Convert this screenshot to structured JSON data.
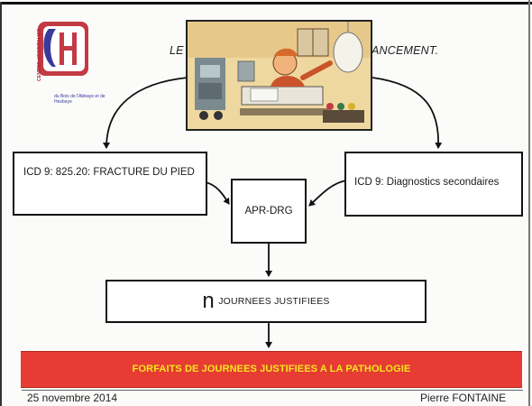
{
  "logo": {
    "vertical_text": "CENTRE HOSPITALIER",
    "sub_text": "du Bois de l'Abbaye et de Hesbaye"
  },
  "title": {
    "left": "LE",
    "right": "ANCEMENT."
  },
  "illustration": "hospital-cartoon",
  "nodes": {
    "icd_primary": "ICD 9: 825.20: FRACTURE DU PIED",
    "icd_secondary": "ICD 9: Diagnostics secondaires",
    "apr_drg": "APR-DRG",
    "journees_letter": "n",
    "journees_label": "JOURNEES JUSTIFIEES",
    "forfaits": "FORFAITS DE JOURNEES JUSTIFIEES A LA PATHOLOGIE"
  },
  "footer": {
    "date": "25 novembre 2014",
    "author": "Pierre FONTAINE"
  },
  "colors": {
    "banner": "#e63c33",
    "banner_text": "#f6e61f",
    "logo_red": "#b52430",
    "logo_blue": "#3a3a9a"
  }
}
